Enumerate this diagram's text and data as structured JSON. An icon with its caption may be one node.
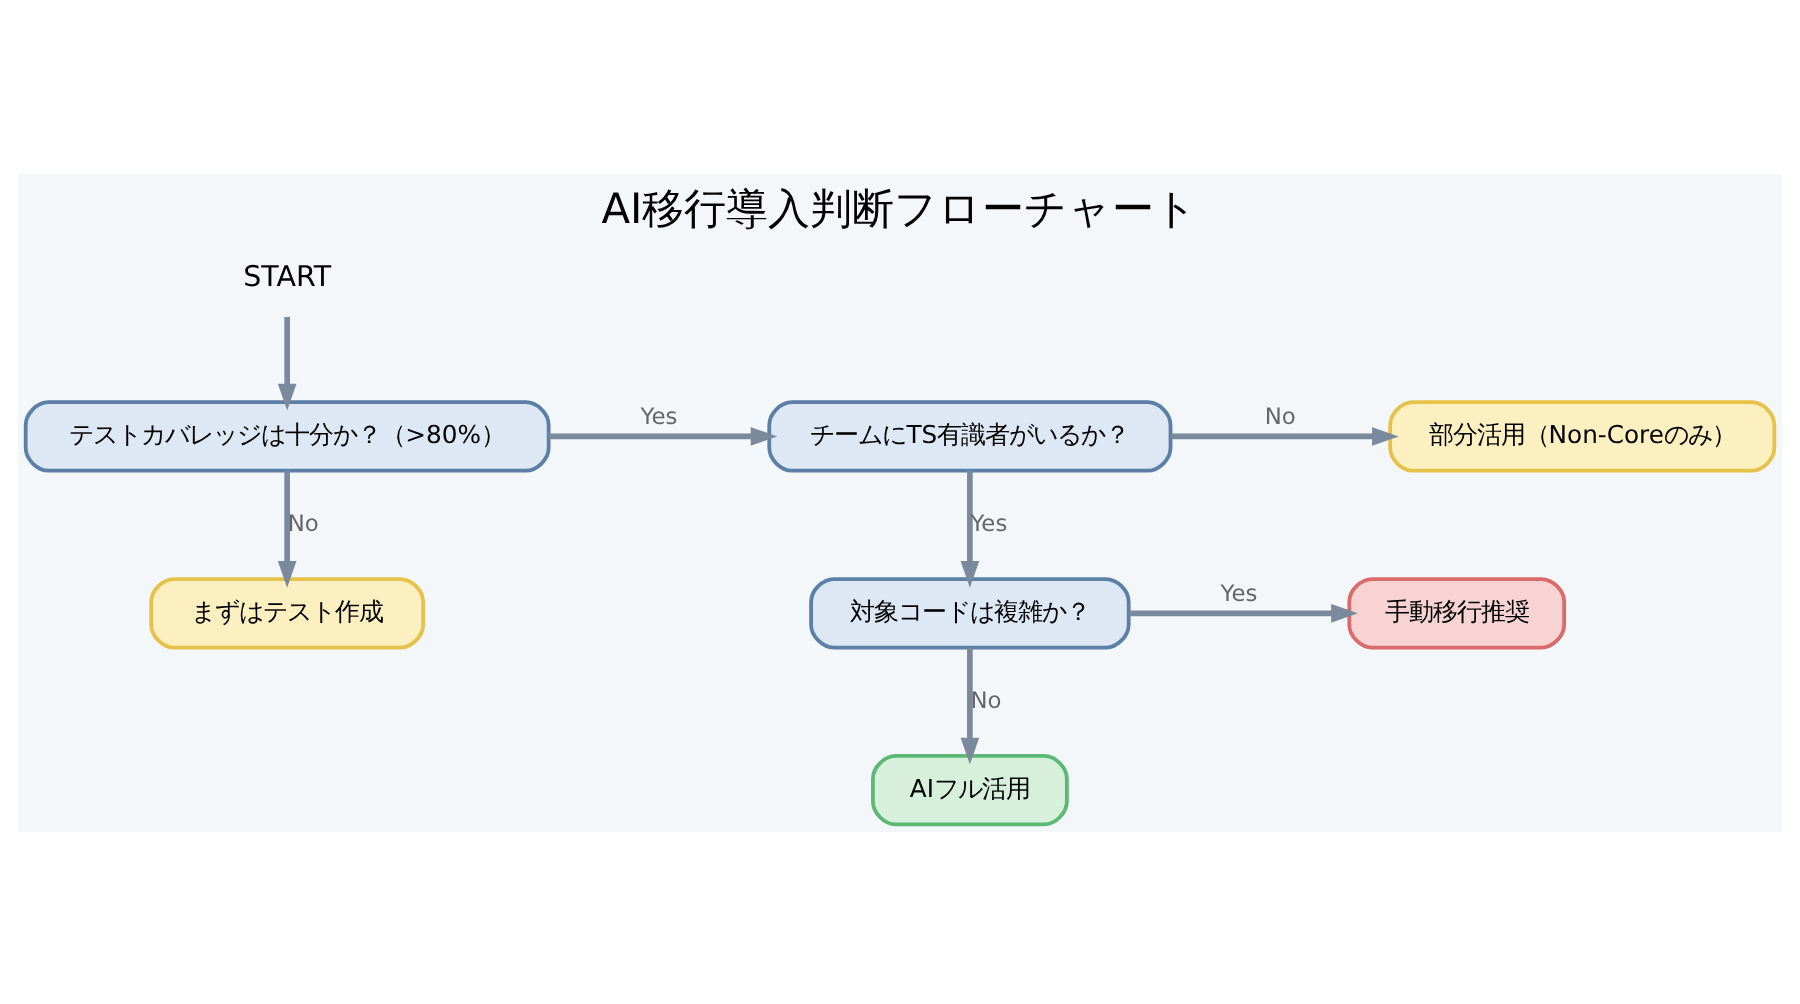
{
  "diagram": {
    "title": "AI移行導入判断フローチャート",
    "nodes": [
      {
        "text": [
          "START"
        ]
      },
      {
        "text": [
          "テストカバレッジは十分か？（>80%）"
        ]
      },
      {
        "text": [
          "チームにTS有識者がいるか？"
        ]
      },
      {
        "text": [
          "部分活用（Non-Coreのみ）"
        ]
      },
      {
        "text": [
          "まずはテスト作成"
        ]
      },
      {
        "text": [
          "対象コードは複雑か？"
        ]
      },
      {
        "text": [
          "手動移行推奨"
        ]
      },
      {
        "text": [
          "AIフル活用"
        ]
      }
    ],
    "edges": [
      {
        "from": 0,
        "to": 1,
        "arrow": "to"
      },
      {
        "from": 1,
        "to": 2,
        "label": "Yes",
        "arrow": "to"
      },
      {
        "from": 2,
        "to": 3,
        "label": "No",
        "arrow": "to"
      },
      {
        "from": 1,
        "to": 4,
        "label": "No",
        "arrow": "to"
      },
      {
        "from": 2,
        "to": 5,
        "label": "Yes",
        "arrow": "to"
      },
      {
        "from": 5,
        "to": 6,
        "label": "Yes",
        "arrow": "to"
      },
      {
        "from": 5,
        "to": 7,
        "label": "No",
        "arrow": "to"
      }
    ]
  }
}
